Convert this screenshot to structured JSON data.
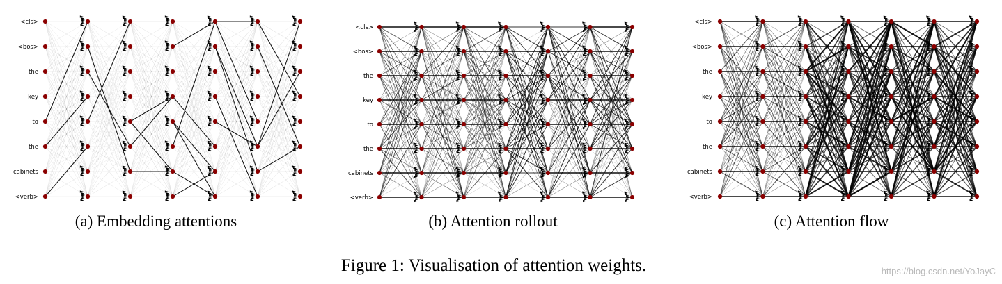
{
  "figure": {
    "caption": "Figure 1: Visualisation of attention weights.",
    "watermark": "https://blog.csdn.net/YoJayC",
    "tokens": [
      "<cls>",
      "<bos>",
      "the",
      "key",
      "to",
      "the",
      "cabinets",
      "<verb>"
    ],
    "layers": 7,
    "colors": {
      "node": "#8b0000",
      "edge": "#000000",
      "background": "#ffffff"
    }
  },
  "panels": [
    {
      "id": "a",
      "caption": "(a) Embedding attentions",
      "style": "sparse"
    },
    {
      "id": "b",
      "caption": "(b) Attention rollout",
      "style": "medium"
    },
    {
      "id": "c",
      "caption": "(c) Attention flow",
      "style": "dense"
    }
  ]
}
